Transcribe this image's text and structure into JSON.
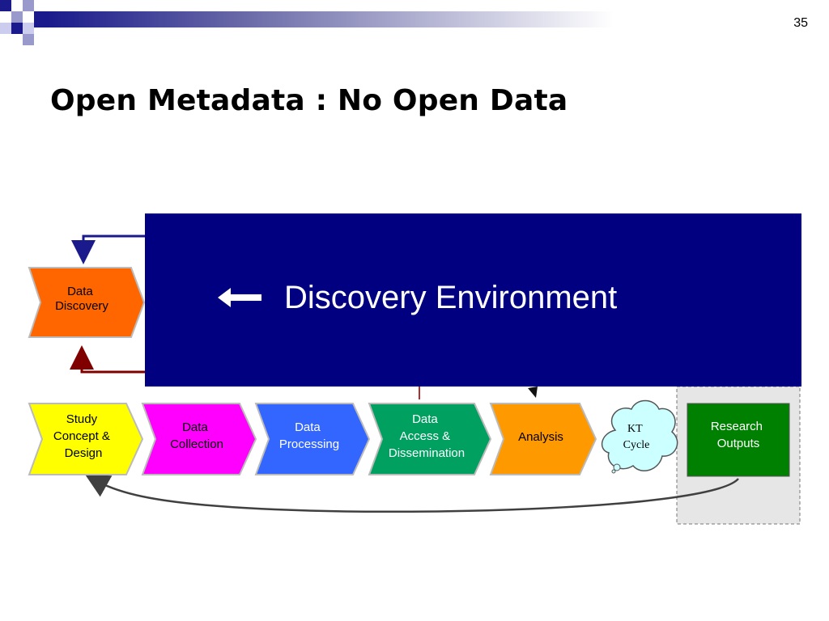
{
  "slide": {
    "number": "35",
    "title": "Open Metadata : No Open Data"
  },
  "overlay": {
    "text": "Discovery Environment",
    "arrow_icon": "left-arrow-icon",
    "background": "#000080"
  },
  "diagram": {
    "top_box": {
      "lines": [
        "Data",
        "Discovery"
      ],
      "color": "#ff6600"
    },
    "stages": [
      {
        "lines": [
          "Study",
          "Concept &",
          "Design"
        ],
        "color": "#ffff00",
        "text_color": "#000000"
      },
      {
        "lines": [
          "Data",
          "Collection"
        ],
        "color": "#ff00ff",
        "text_color": "#000000"
      },
      {
        "lines": [
          "Data",
          "Processing"
        ],
        "color": "#3366ff",
        "text_color": "#ffffff"
      },
      {
        "lines": [
          "Data",
          "Access &",
          "Dissemination"
        ],
        "color": "#00a060",
        "text_color": "#ffffff"
      },
      {
        "lines": [
          "Analysis"
        ],
        "color": "#ff9900",
        "text_color": "#000000"
      }
    ],
    "kt_cycle": {
      "lines": [
        "KT",
        "Cycle"
      ],
      "color": "#ccffff"
    },
    "research_outputs": {
      "lines": [
        "Research",
        "Outputs"
      ],
      "color": "#008000"
    }
  }
}
